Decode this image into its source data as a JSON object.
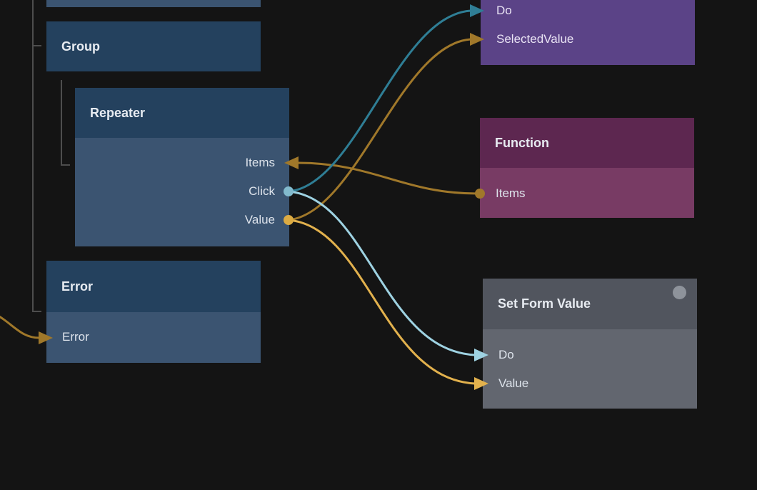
{
  "app": {
    "description": "node graph editor canvas"
  },
  "colors": {
    "canvas_background": "#141414",
    "blue_node_header": "#24415e",
    "blue_node_body": "#3b5471",
    "purple_node_body": "#5b4387",
    "plum_node_header": "#5d2750",
    "plum_node_body": "#783b64",
    "gray_node_header": "#51555e",
    "gray_node_body": "#62666f",
    "tree_line": "#4d4d4d",
    "wire_teal": "#2f7e95",
    "wire_light_blue": "#9ed2e2",
    "wire_gold": "#e2b14d",
    "wire_dark_gold": "#a0782a",
    "port_dot_click": "#82bacd",
    "port_dot_value": "#dcab43",
    "port_dot_items": "#a0782a",
    "header_badge_dot": "#8e939b"
  },
  "nodes": {
    "group": {
      "title": "Group"
    },
    "repeater": {
      "title": "Repeater",
      "ports": {
        "items": "Items",
        "click": "Click",
        "value": "Value"
      }
    },
    "error": {
      "title": "Error",
      "ports": {
        "error": "Error"
      }
    },
    "dropdown_partial": {
      "ports": {
        "do": "Do",
        "selected_value": "SelectedValue"
      }
    },
    "function": {
      "title": "Function",
      "ports": {
        "items": "Items"
      }
    },
    "set_form_value": {
      "title": "Set Form Value",
      "ports": {
        "do": "Do",
        "value": "Value"
      }
    }
  },
  "wires": [
    {
      "from": "repeater.click",
      "to": "dropdown_partial.do",
      "color": "#2f7e95"
    },
    {
      "from": "repeater.value",
      "to": "dropdown_partial.selected_value",
      "color": "#a0782a"
    },
    {
      "from": "function.items",
      "to": "repeater.items",
      "color": "#a0782a"
    },
    {
      "from": "repeater.click",
      "to": "set_form_value.do",
      "color": "#9ed2e2"
    },
    {
      "from": "repeater.value",
      "to": "set_form_value.value",
      "color": "#e2b14d"
    },
    {
      "from": "offscreen_left",
      "to": "error.error",
      "color": "#a0782a"
    }
  ]
}
